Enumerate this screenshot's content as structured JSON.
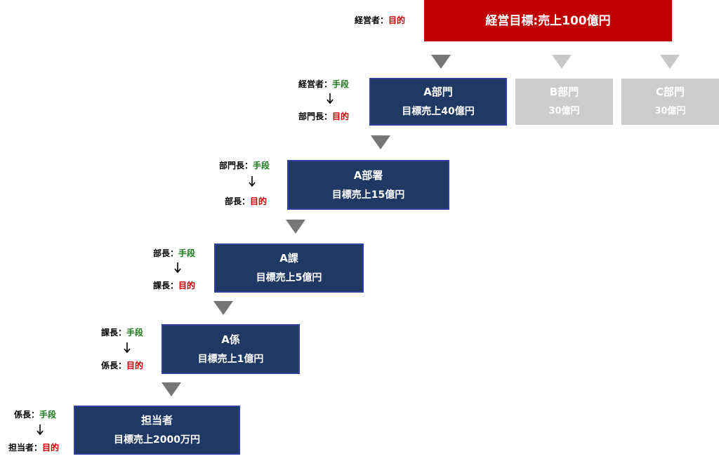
{
  "top": {
    "label_role": "経営者",
    "label_sep": "：",
    "label_purpose": "目的",
    "box_text": "経営目標:売上100億円"
  },
  "dept": {
    "a": {
      "name": "A部門",
      "target": "目標売上40億円"
    },
    "b": {
      "name": "B部門",
      "target": "30億円"
    },
    "c": {
      "name": "C部門",
      "target": "30億円"
    },
    "label": {
      "upper_role": "経営者",
      "upper_means": "手段",
      "lower_role": "部門長",
      "lower_purpose": "目的"
    }
  },
  "bureau": {
    "name": "A部署",
    "target": "目標売上15億円",
    "label": {
      "upper_role": "部門長",
      "upper_means": "手段",
      "lower_role": "部長",
      "lower_purpose": "目的"
    }
  },
  "section": {
    "name": "A課",
    "target": "目標売上5億円",
    "label": {
      "upper_role": "部長",
      "upper_means": "手段",
      "lower_role": "課長",
      "lower_purpose": "目的"
    }
  },
  "unit": {
    "name": "A係",
    "target": "目標売上1億円",
    "label": {
      "upper_role": "課長",
      "upper_means": "手段",
      "lower_role": "係長",
      "lower_purpose": "目的"
    }
  },
  "person": {
    "name": "担当者",
    "target": "目標売上2000万円",
    "label": {
      "upper_role": "係長",
      "upper_means": "手段",
      "lower_role": "担当者",
      "lower_purpose": "目的"
    }
  },
  "separator": "：",
  "colors": {
    "navy": "#1f3864",
    "red": "#c00000",
    "gray": "#cccccc",
    "means_green": "#1a7a1a",
    "purpose_red": "#c00000"
  }
}
